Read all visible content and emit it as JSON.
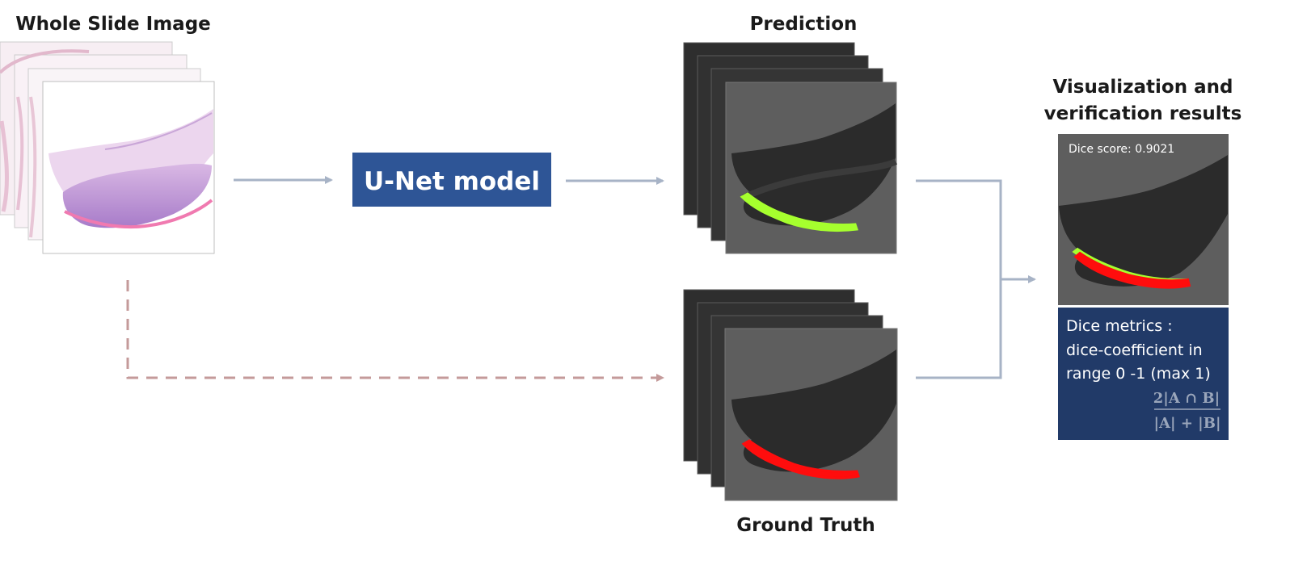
{
  "labels": {
    "wsi_title": "Whole Slide Image",
    "model": "U-Net model",
    "prediction_title": "Prediction",
    "ground_truth_title": "Ground Truth",
    "results_title_line1": "Visualization and",
    "results_title_line2": "verification results",
    "dice_score": "Dice score: 0.9021",
    "metrics_line1": "Dice metrics :",
    "metrics_line2": "dice-coefficient in",
    "metrics_line3": "range 0 -1 (max 1)",
    "formula_numerator": "2|A ∩ B|",
    "formula_denominator": "|A| + |B|"
  },
  "colors": {
    "model_box": "#2e5596",
    "metrics_box": "#213a68",
    "solid_arrow": "#a7b3c6",
    "dashed_arrow": "#c49a9a",
    "prediction_mask": "#a6ff2e",
    "ground_truth_mask": "#ff0d0d",
    "tissue_stain": "#a77bc9"
  }
}
